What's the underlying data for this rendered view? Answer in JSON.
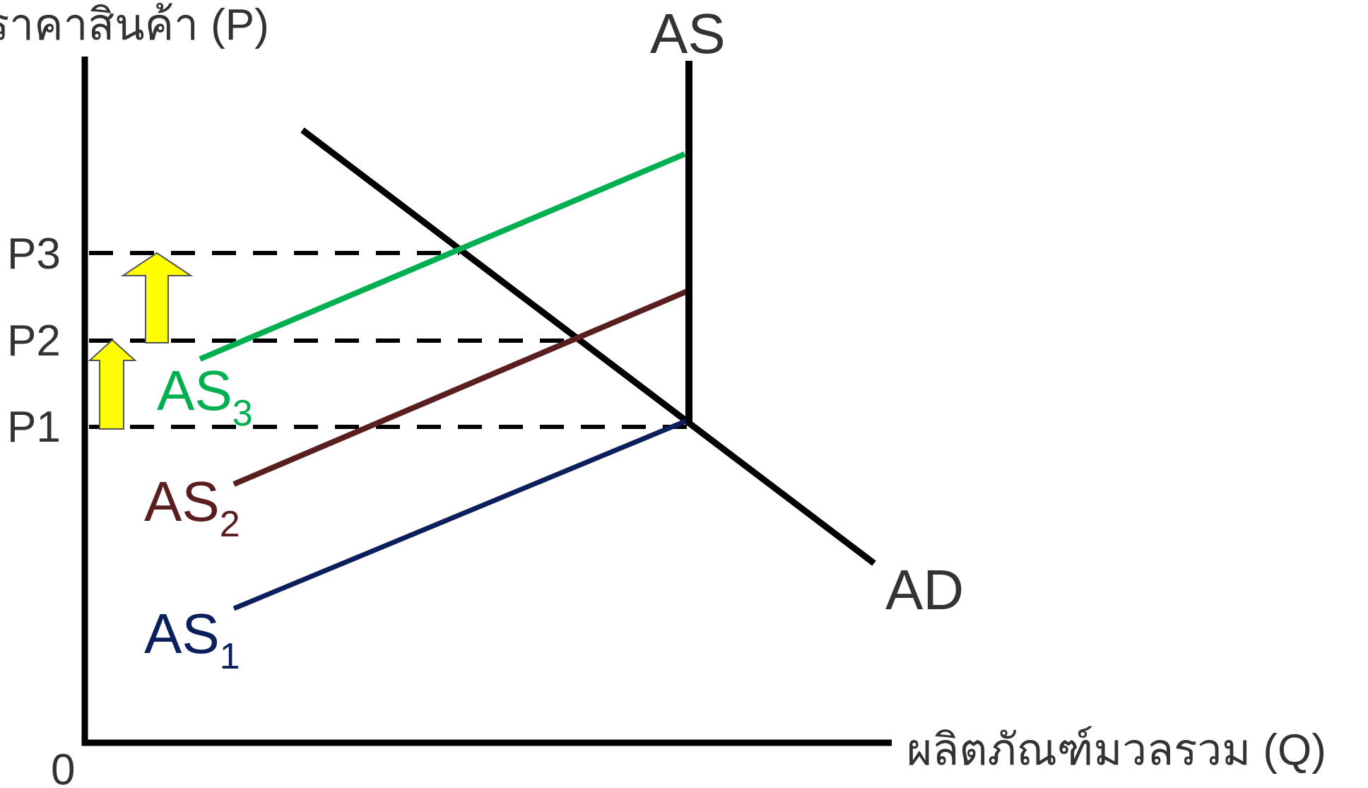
{
  "axes": {
    "y_title": "ราคาสินค้า (P)",
    "x_title": "ผลิตภัณฑ์มวลรวม (Q)",
    "origin": "0"
  },
  "price_levels": [
    "P1",
    "P2",
    "P3"
  ],
  "curves": {
    "as_vertical": "AS",
    "ad": "AD",
    "as1": {
      "base": "AS",
      "sub": "1",
      "color": "#0a1f5c"
    },
    "as2": {
      "base": "AS",
      "sub": "2",
      "color": "#5a1e1e"
    },
    "as3": {
      "base": "AS",
      "sub": "3",
      "color": "#00b050"
    }
  },
  "colors": {
    "axis": "#000000",
    "text": "#333333",
    "arrow_fill": "#ffff00",
    "arrow_stroke": "#555555"
  }
}
